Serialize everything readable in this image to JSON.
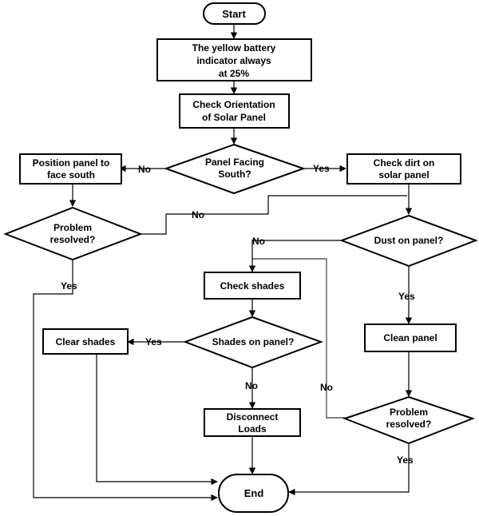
{
  "nodes": {
    "start": "Start",
    "battery": [
      "The yellow battery",
      "indicator always",
      "at 25%"
    ],
    "orientation": [
      "Check Orientation",
      "of Solar Panel"
    ],
    "facing": [
      "Panel Facing",
      "South?"
    ],
    "position": [
      "Position panel to",
      "face south"
    ],
    "dirt": [
      "Check dirt on",
      "solar panel"
    ],
    "resolved1": [
      "Problem",
      "resolved?"
    ],
    "dust": "Dust on panel?",
    "shades_check": "Check shades",
    "shades_on": "Shades on panel?",
    "clear_shades": "Clear shades",
    "clean": "Clean panel",
    "disconnect": [
      "Disconnect",
      "Loads"
    ],
    "resolved2": [
      "Problem",
      "resolved?"
    ],
    "end": "End"
  },
  "edges": {
    "facing_no": "No",
    "facing_yes": "Yes",
    "resolved1_no": "No",
    "resolved1_yes": "Yes",
    "dust_no": "No",
    "dust_yes": "Yes",
    "shades_yes": "Yes",
    "shades_no": "No",
    "resolved2_no": "No",
    "resolved2_yes": "Yes"
  }
}
